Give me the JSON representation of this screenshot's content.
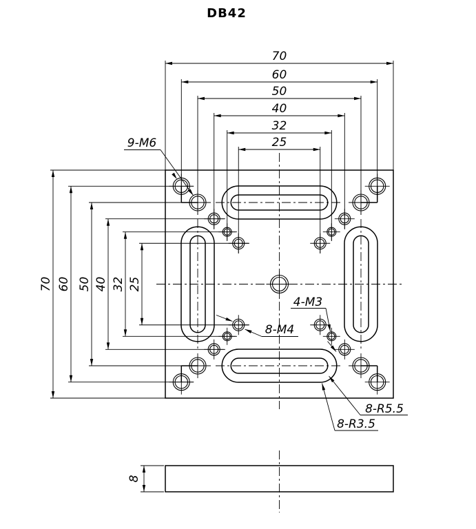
{
  "title": "DB42",
  "dimensions": {
    "top": [
      "70",
      "60",
      "50",
      "40",
      "32",
      "25"
    ],
    "left": [
      "70",
      "60",
      "50",
      "40",
      "32",
      "25"
    ],
    "thickness": "8"
  },
  "callouts": {
    "m6_holes": "9-M6",
    "m4_holes": "8-M4",
    "m3_holes": "4-M3",
    "slot_outer_radius": "8-R5.5",
    "slot_inner_radius": "8-R3.5"
  },
  "colors": {
    "line": "#000000",
    "background": "#ffffff"
  }
}
